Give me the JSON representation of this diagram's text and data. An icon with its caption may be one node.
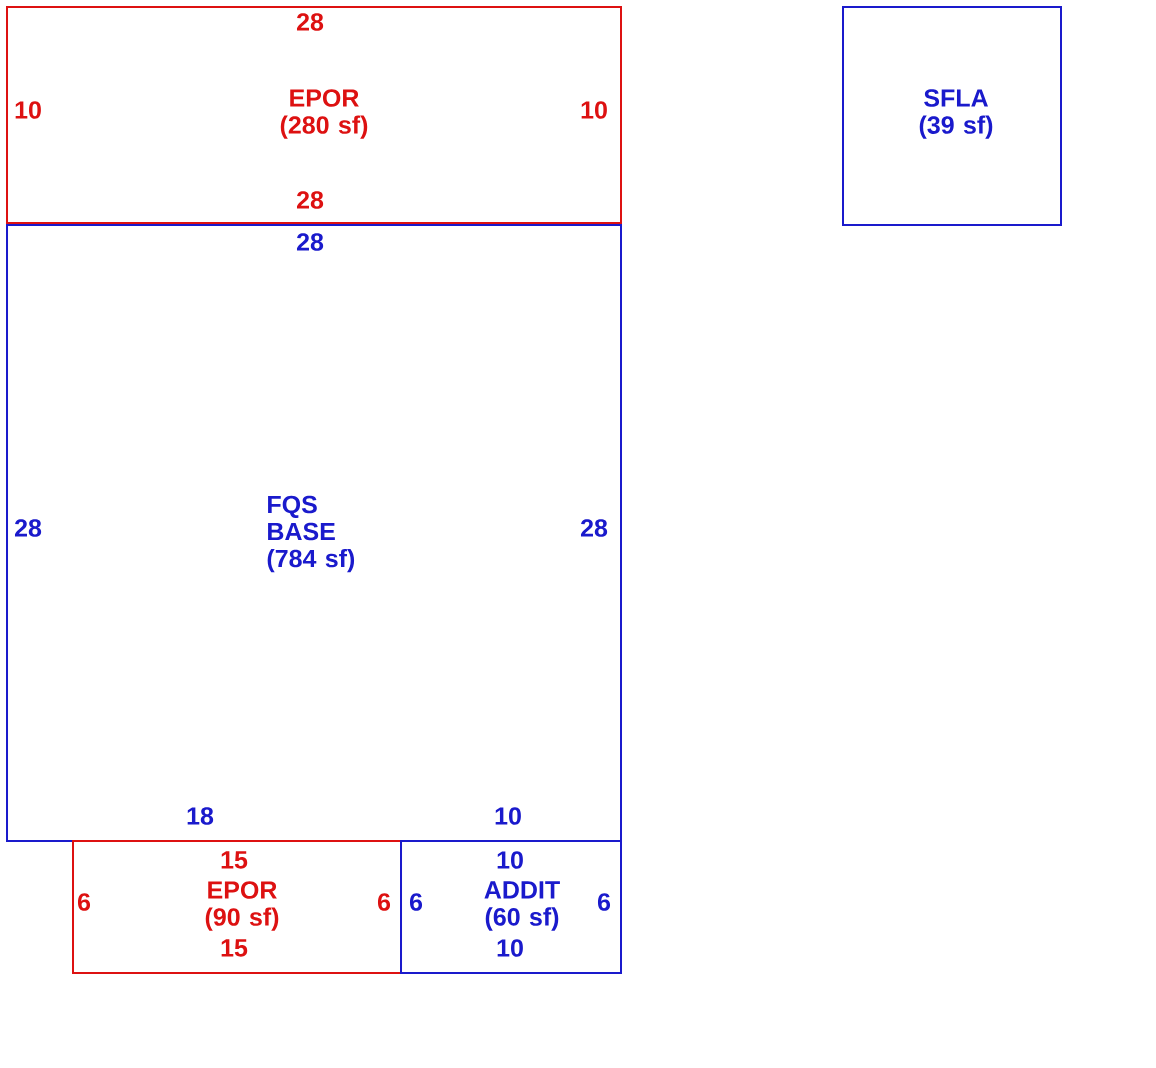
{
  "diagram": {
    "nodes": [
      {
        "text": [
          "28",
          "10",
          "EPOR (280 sf)",
          "10",
          "28"
        ]
      },
      {
        "text": [
          "SFLA (39 sf)"
        ]
      },
      {
        "text": [
          "28",
          "28",
          "FQS BASE (784 sf)",
          "28",
          "18",
          "10"
        ]
      },
      {
        "text": [
          "15",
          "6",
          "EPOR (90 sf)",
          "6",
          "15"
        ]
      },
      {
        "text": [
          "10",
          "6",
          "ADDIT (60 sf)",
          "6",
          "10"
        ]
      }
    ]
  }
}
